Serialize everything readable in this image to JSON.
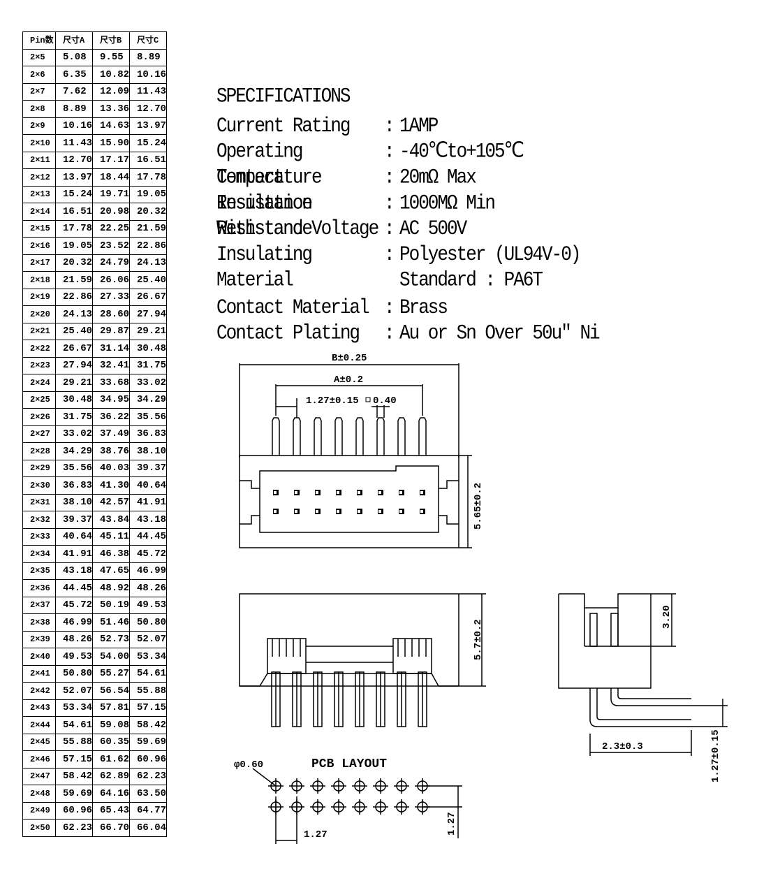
{
  "table": {
    "headers": [
      "Pin数",
      "尺寸A",
      "尺寸B",
      "尺寸C"
    ],
    "rows": [
      [
        "2×5",
        "5.08",
        "9.55",
        "8.89"
      ],
      [
        "2×6",
        "6.35",
        "10.82",
        "10.16"
      ],
      [
        "2×7",
        "7.62",
        "12.09",
        "11.43"
      ],
      [
        "2×8",
        "8.89",
        "13.36",
        "12.70"
      ],
      [
        "2×9",
        "10.16",
        "14.63",
        "13.97"
      ],
      [
        "2×10",
        "11.43",
        "15.90",
        "15.24"
      ],
      [
        "2×11",
        "12.70",
        "17.17",
        "16.51"
      ],
      [
        "2×12",
        "13.97",
        "18.44",
        "17.78"
      ],
      [
        "2×13",
        "15.24",
        "19.71",
        "19.05"
      ],
      [
        "2×14",
        "16.51",
        "20.98",
        "20.32"
      ],
      [
        "2×15",
        "17.78",
        "22.25",
        "21.59"
      ],
      [
        "2×16",
        "19.05",
        "23.52",
        "22.86"
      ],
      [
        "2×17",
        "20.32",
        "24.79",
        "24.13"
      ],
      [
        "2×18",
        "21.59",
        "26.06",
        "25.40"
      ],
      [
        "2×19",
        "22.86",
        "27.33",
        "26.67"
      ],
      [
        "2×20",
        "24.13",
        "28.60",
        "27.94"
      ],
      [
        "2×21",
        "25.40",
        "29.87",
        "29.21"
      ],
      [
        "2×22",
        "26.67",
        "31.14",
        "30.48"
      ],
      [
        "2×23",
        "27.94",
        "32.41",
        "31.75"
      ],
      [
        "2×24",
        "29.21",
        "33.68",
        "33.02"
      ],
      [
        "2×25",
        "30.48",
        "34.95",
        "34.29"
      ],
      [
        "2×26",
        "31.75",
        "36.22",
        "35.56"
      ],
      [
        "2×27",
        "33.02",
        "37.49",
        "36.83"
      ],
      [
        "2×28",
        "34.29",
        "38.76",
        "38.10"
      ],
      [
        "2×29",
        "35.56",
        "40.03",
        "39.37"
      ],
      [
        "2×30",
        "36.83",
        "41.30",
        "40.64"
      ],
      [
        "2×31",
        "38.10",
        "42.57",
        "41.91"
      ],
      [
        "2×32",
        "39.37",
        "43.84",
        "43.18"
      ],
      [
        "2×33",
        "40.64",
        "45.11",
        "44.45"
      ],
      [
        "2×34",
        "41.91",
        "46.38",
        "45.72"
      ],
      [
        "2×35",
        "43.18",
        "47.65",
        "46.99"
      ],
      [
        "2×36",
        "44.45",
        "48.92",
        "48.26"
      ],
      [
        "2×37",
        "45.72",
        "50.19",
        "49.53"
      ],
      [
        "2×38",
        "46.99",
        "51.46",
        "50.80"
      ],
      [
        "2×39",
        "48.26",
        "52.73",
        "52.07"
      ],
      [
        "2×40",
        "49.53",
        "54.00",
        "53.34"
      ],
      [
        "2×41",
        "50.80",
        "55.27",
        "54.61"
      ],
      [
        "2×42",
        "52.07",
        "56.54",
        "55.88"
      ],
      [
        "2×43",
        "53.34",
        "57.81",
        "57.15"
      ],
      [
        "2×44",
        "54.61",
        "59.08",
        "58.42"
      ],
      [
        "2×45",
        "55.88",
        "60.35",
        "59.69"
      ],
      [
        "2×46",
        "57.15",
        "61.62",
        "60.96"
      ],
      [
        "2×47",
        "58.42",
        "62.89",
        "62.23"
      ],
      [
        "2×48",
        "59.69",
        "64.16",
        "63.50"
      ],
      [
        "2×49",
        "60.96",
        "65.43",
        "64.77"
      ],
      [
        "2×50",
        "62.23",
        "66.70",
        "66.04"
      ]
    ]
  },
  "specs": {
    "title": "SPECIFICATIONS",
    "colon": ":",
    "items": [
      {
        "label": "Current Rating",
        "value": "1AMP"
      },
      {
        "label": "Operating Temperature",
        "value": "-40℃to+105℃"
      },
      {
        "label": "Contact Resistance",
        "value": "20mΩ Max"
      },
      {
        "label": "Insulation Resistance",
        "value": "1000MΩ Min"
      },
      {
        "label": "Withstand Voltage",
        "value": "AC 500V"
      },
      {
        "label": "Insulating Material",
        "value": "Polyester (UL94V-0)"
      },
      {
        "label": "",
        "value": "Standard : PA6T"
      },
      {
        "label": "Contact Material",
        "value": "Brass"
      },
      {
        "label": "Contact Plating",
        "value": "Au or Sn Over 50u\" Ni"
      }
    ]
  },
  "dimensions": {
    "b": "B±0.25",
    "a": "A±0.2",
    "pitch": "1.27±0.15",
    "pin_sq": "0.40",
    "height_top": "5.65±0.2",
    "height_front": "5.7±0.2",
    "side_h": "3.20",
    "side_w": "2.3±0.3",
    "side_pitch": "1.27±0.15",
    "pcb_title": "PCB LAYOUT",
    "hole": "φ0.60",
    "pcb_px": "1.27",
    "pcb_py": "1.27"
  }
}
